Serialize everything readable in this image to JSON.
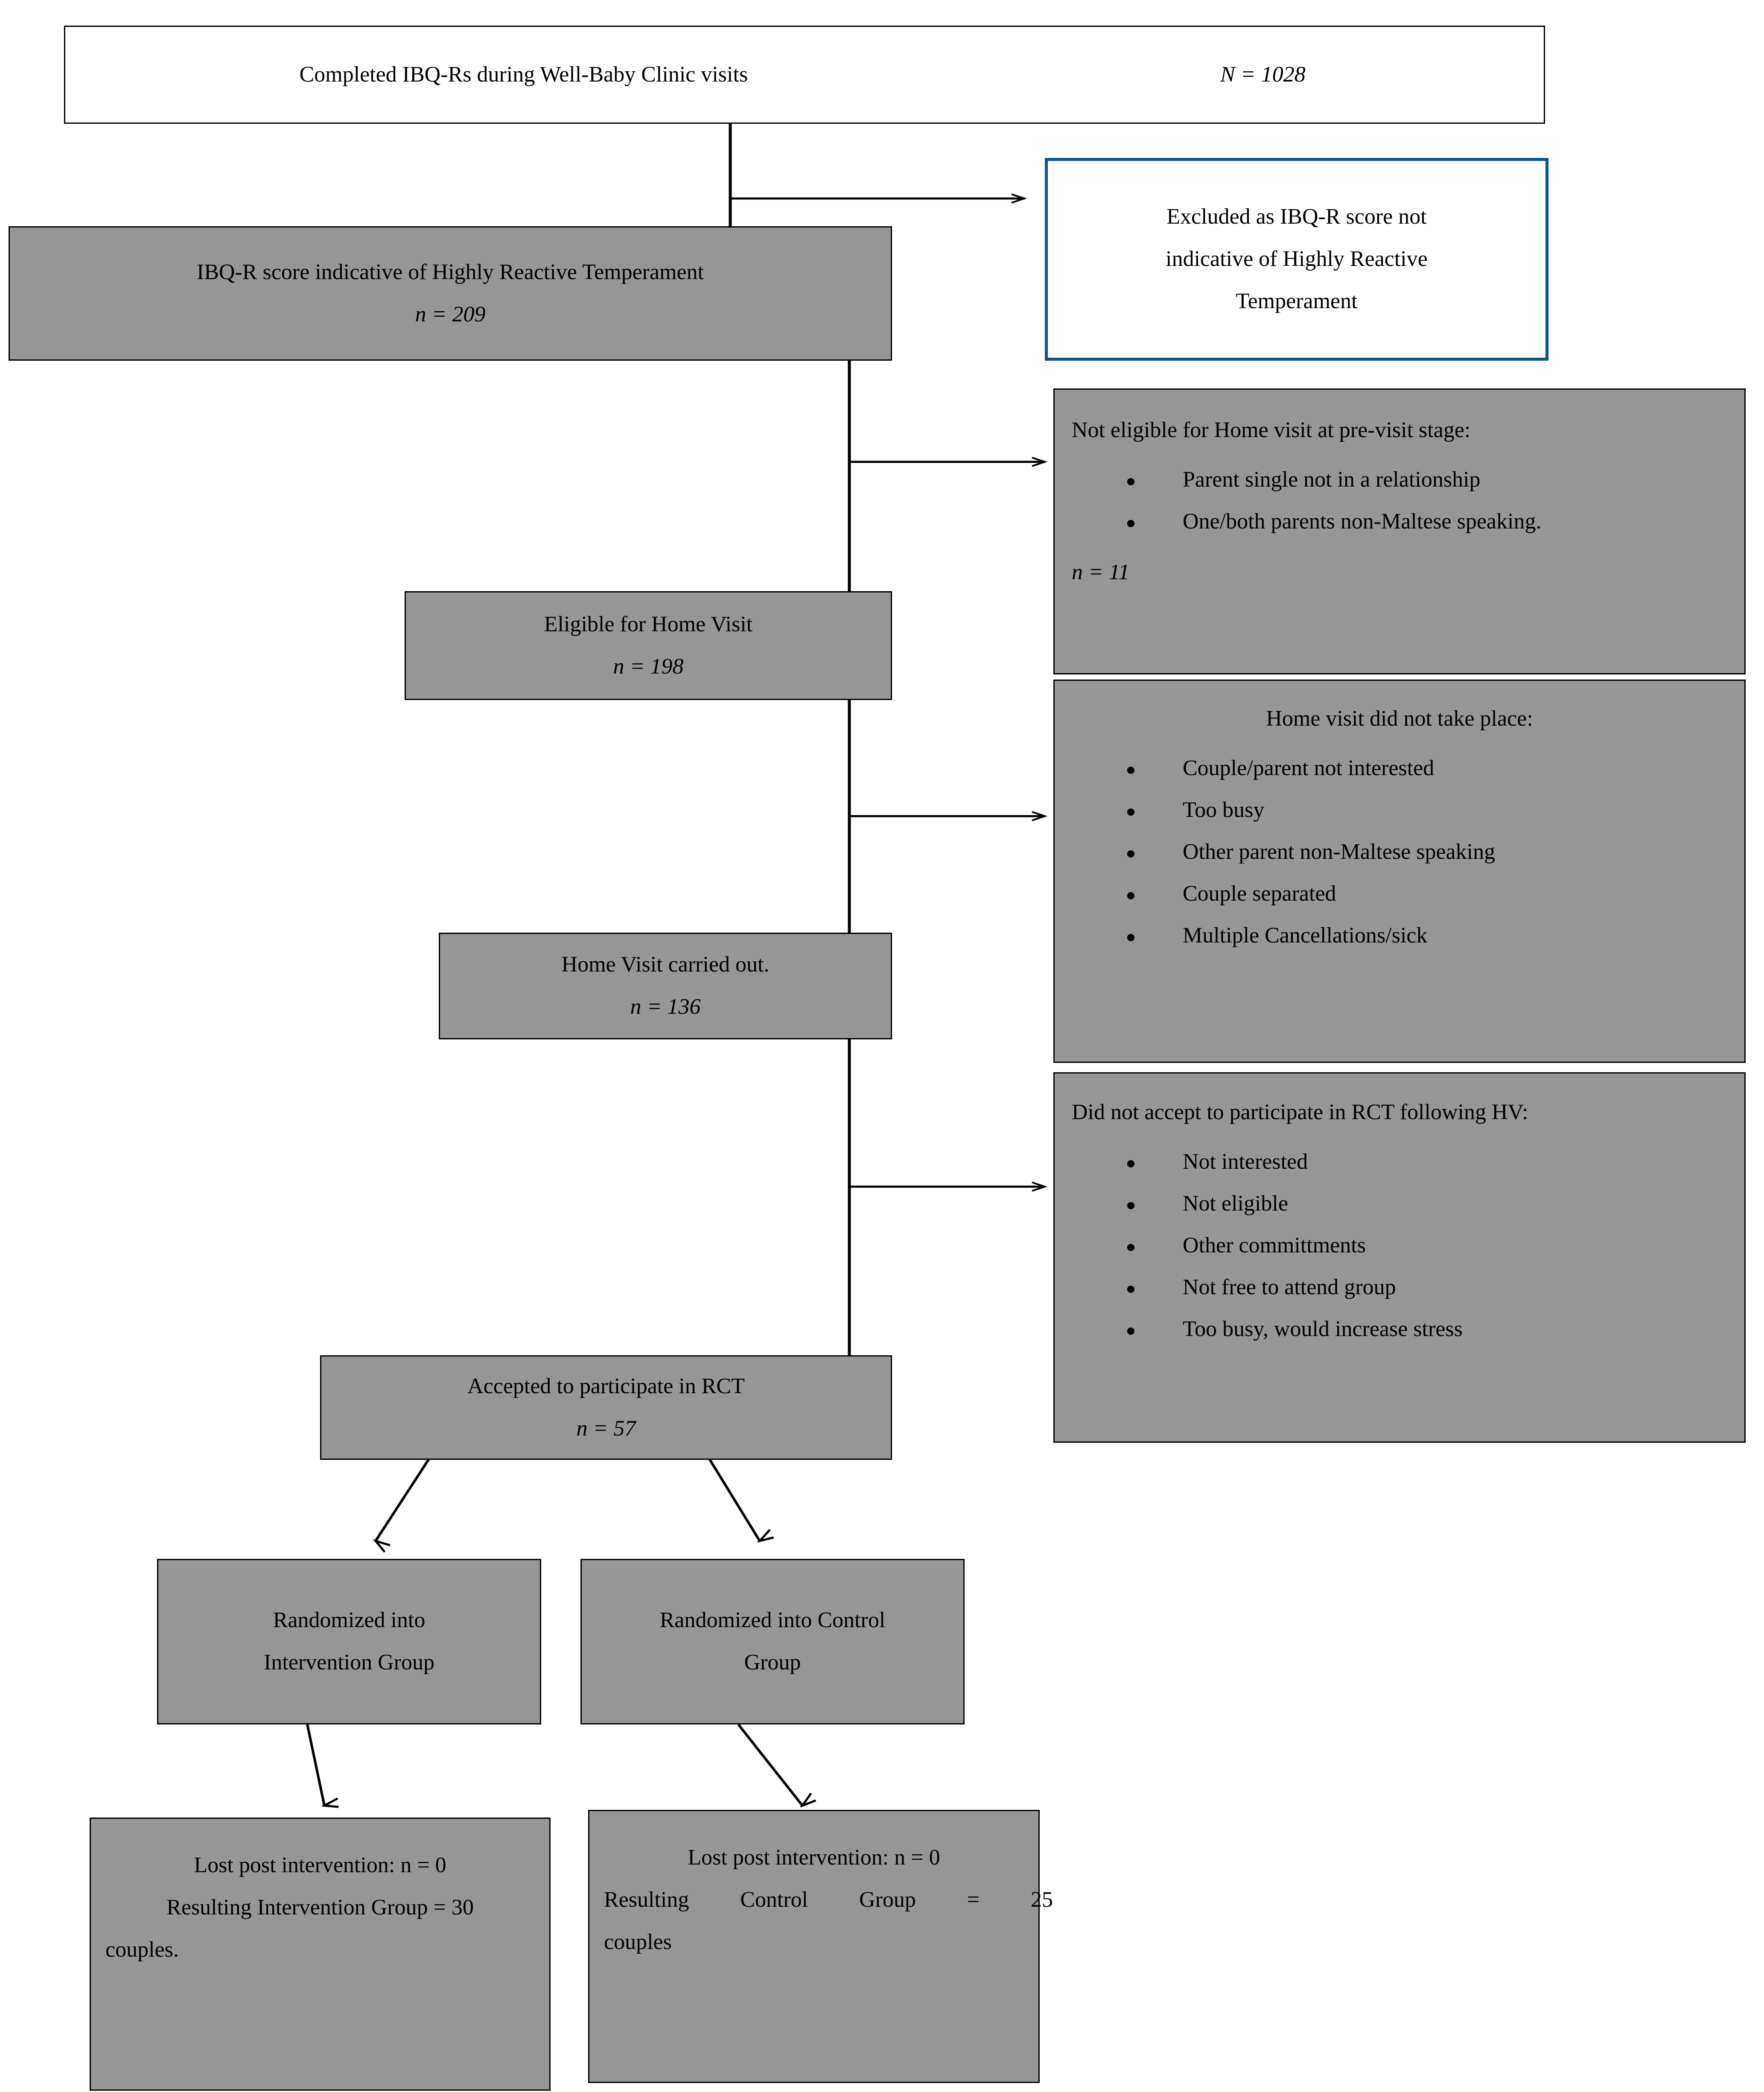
{
  "diagram": {
    "type": "consort-flow-diagram",
    "colors": {
      "box_fill_gray": "#969696",
      "box_fill_white": "#FFFFFF",
      "border_black": "#000000",
      "border_blue": "#0B5394",
      "text": "#000000"
    }
  },
  "nodes": {
    "screened": {
      "label": "Completed IBQ-Rs during Well-Baby Clinic visits",
      "count_label": "N",
      "count_value": "1028",
      "count_text": "N = 1028"
    },
    "highly_reactive": {
      "label": "IBQ-R score indicative of Highly Reactive Temperament",
      "count_text": "n = 209",
      "count_label": "n",
      "count_value": "209"
    },
    "excluded_score": {
      "line1": "Excluded as IBQ-R score not",
      "line2": "indicative of Highly Reactive",
      "line3": "Temperament"
    },
    "not_eligible_previsit": {
      "title": "Not eligible for Home visit at pre-visit stage:",
      "bullets": [
        "Parent single not in a relationship",
        "One/both parents non-Maltese speaking."
      ],
      "count_text": "n = 11",
      "count_label": "n",
      "count_value": "11"
    },
    "eligible_home_visit": {
      "label": "Eligible for Home Visit",
      "count_text": "n = 198",
      "count_label": "n",
      "count_value": "198"
    },
    "hv_not_take_place": {
      "title": "Home visit did not take place:",
      "bullets": [
        "Couple/parent not interested",
        "Too busy",
        "Other parent non-Maltese speaking",
        "Couple separated",
        "Multiple Cancellations/sick"
      ]
    },
    "home_visit_done": {
      "label": "Home Visit carried out.",
      "count_text": "n = 136",
      "count_label": "n",
      "count_value": "136"
    },
    "did_not_accept_rct": {
      "title": "Did not accept to participate in RCT following HV:",
      "bullets": [
        "Not interested",
        "Not eligible",
        "Other committments",
        "Not free to attend group",
        "Too busy, would increase stress"
      ]
    },
    "accepted_rct": {
      "label": "Accepted to participate in RCT",
      "count_text": "n = 57",
      "count_label": "n",
      "count_value": "57"
    },
    "randomized_intervention": {
      "line1": "Randomized into",
      "line2": "Intervention Group"
    },
    "randomized_control": {
      "line1": "Randomized into Control",
      "line2": "Group"
    },
    "outcome_intervention": {
      "line1": "Lost post intervention: n = 0",
      "line2": "Resulting Intervention Group = 30",
      "line3": "couples.",
      "lost_label": "Lost post intervention:",
      "lost_count": "n = 0",
      "resulting_count": "30"
    },
    "outcome_control": {
      "line1": "Lost post intervention: n = 0",
      "line2": "Resulting   Control   Group   =   25",
      "line3": "couples",
      "lost_label": "Lost post intervention:",
      "lost_count": "n = 0",
      "resulting_count": "25"
    }
  }
}
